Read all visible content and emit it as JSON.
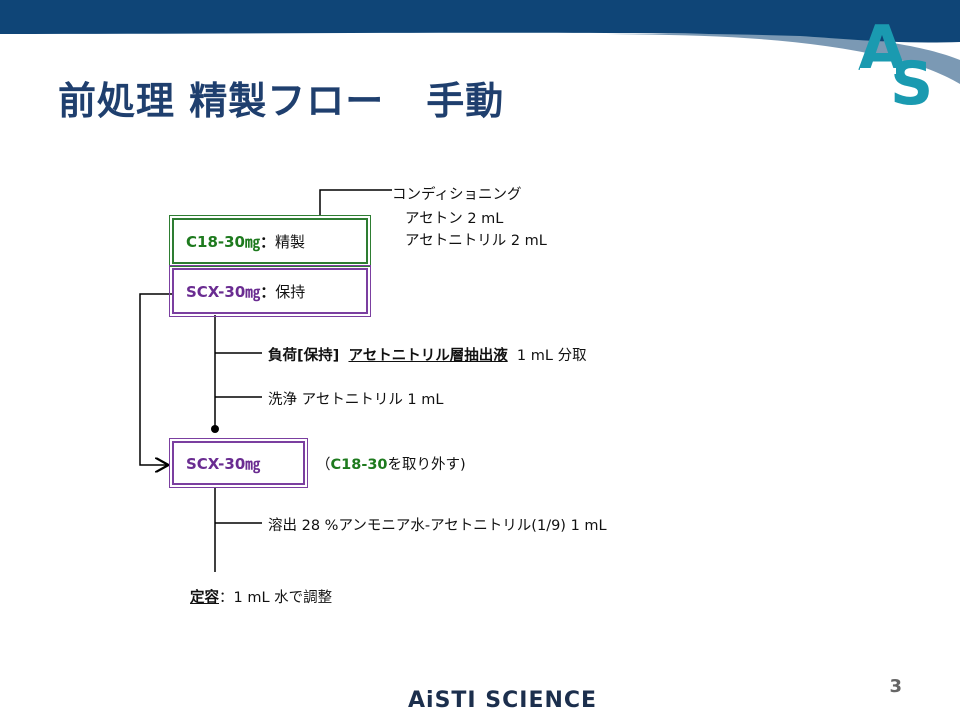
{
  "slide": {
    "title_part1": "前処理 精製フロー",
    "title_part2": "手動",
    "page_number": "3",
    "footer_brand": "AiSTI SCIENCE"
  },
  "conditioning": {
    "header": "コンディショニング",
    "line1": "アセトン 2 mL",
    "line2": "アセトニトリル 2 mL"
  },
  "boxes": {
    "c18": {
      "name": "C18-30㎎",
      "sep": "：",
      "role": "精製"
    },
    "scx": {
      "name": "SCX-30㎎",
      "sep": "：",
      "role": "保持"
    },
    "scx2": {
      "name": "SCX-30㎎"
    }
  },
  "steps": {
    "load": {
      "bold_prefix": "負荷[保持]",
      "underlined": "アセトニトリル層抽出液",
      "suffix": "1 mL 分取"
    },
    "wash": "洗浄 アセトニトリル 1 mL",
    "remove_note": {
      "open": "（",
      "green": "C18-30",
      "rest": "を取り外す)"
    },
    "elute": "溶出 28 %アンモニア水-アセトニトリル(1/9) 1 mL",
    "final": {
      "underlined": "定容",
      "rest": "：1 mL 水で調整"
    }
  },
  "colors": {
    "title": "#1f3f6e",
    "band": "#0f4577",
    "logo_teal": "#1a9ab0",
    "green": "#2e7d32",
    "purple": "#7b3fa0"
  }
}
